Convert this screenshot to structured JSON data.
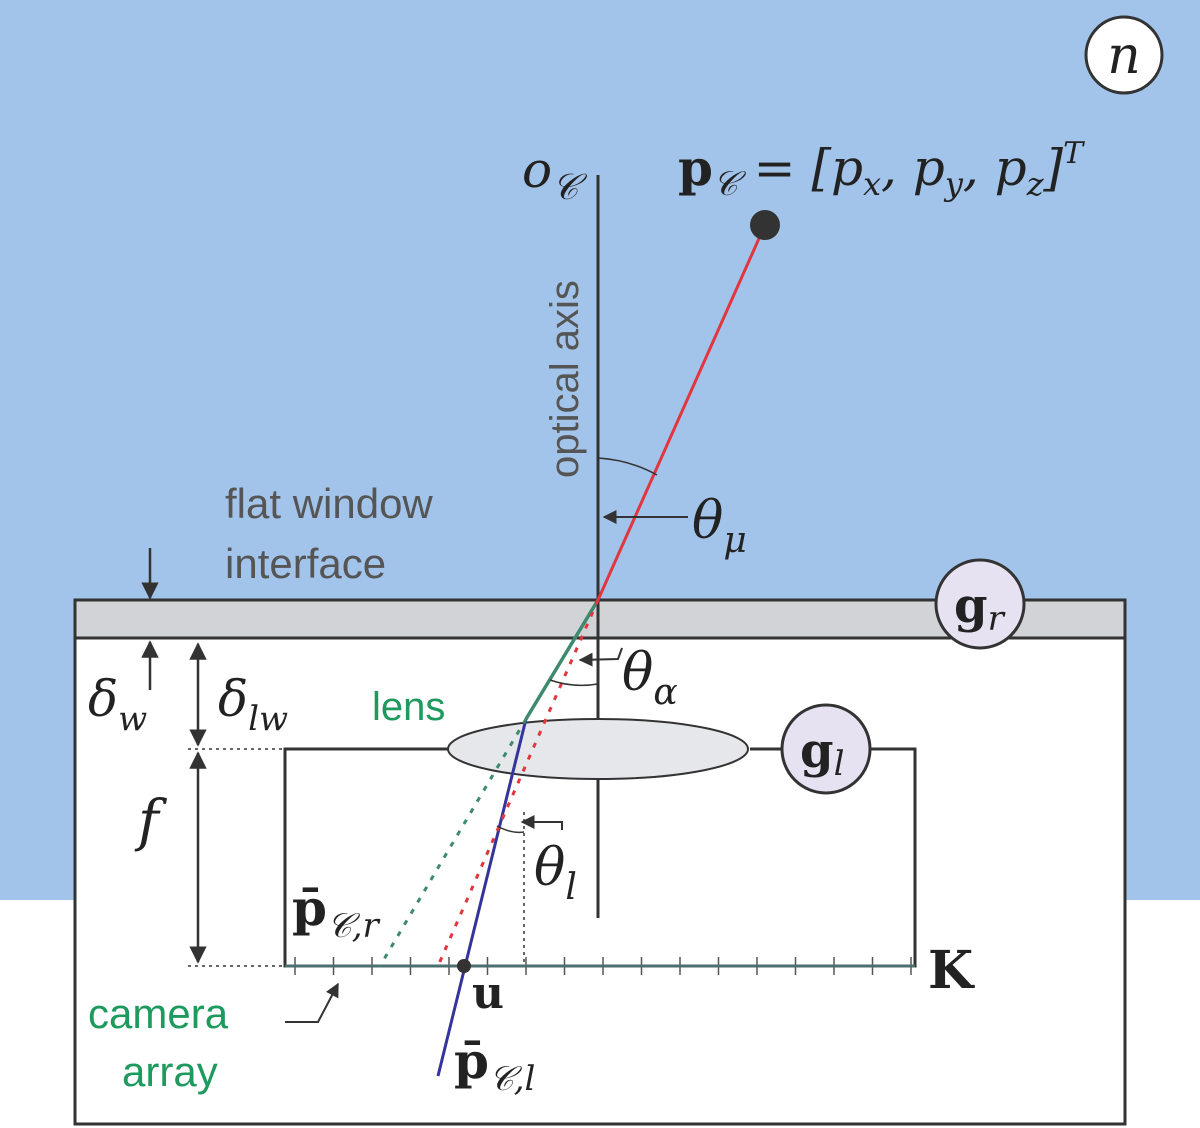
{
  "colors": {
    "water": "#a3c4ea",
    "housing_fill": "#ffffff",
    "window_fill": "#d2d3d6",
    "lens_fill": "#e6e7ea",
    "badge_fill": "#e6e2f2",
    "ray_water": "#e2363f",
    "ray_glass": "#3e8a6e",
    "ray_air": "#34349a",
    "green_text": "#1e9a5e",
    "dark": "#333333",
    "gray_text": "#555555"
  },
  "labels": {
    "medium_badge": "n",
    "origin": {
      "base": "o",
      "sub": "𝒞"
    },
    "point": {
      "bold": "p",
      "sub": "𝒞",
      "eq": " = [p",
      "px_sub": "x",
      "sep1": ", p",
      "py_sub": "y",
      "sep2": ", p",
      "pz_sub": "z",
      "close": "]",
      "sup": "T"
    },
    "optical_axis": "optical axis",
    "window_line1": "flat window",
    "window_line2": "interface",
    "theta_mu": {
      "base": "θ",
      "sub": "μ"
    },
    "theta_alpha": {
      "base": "θ",
      "sub": "α"
    },
    "theta_l": {
      "base": "θ",
      "sub": "l"
    },
    "gr": {
      "base": "g",
      "sub": "r"
    },
    "gl": {
      "base": "g",
      "sub": "l"
    },
    "delta_w": {
      "base": "δ",
      "sub": "w"
    },
    "delta_lw": {
      "base": "δ",
      "sub": "lw"
    },
    "focal": "f",
    "lens": "lens",
    "pbar_r": {
      "base": "p̄",
      "sub": "𝒞,r"
    },
    "pbar_l": {
      "base": "p̄",
      "sub": "𝒞,l"
    },
    "u": "u",
    "K": "K",
    "camera_line1": "camera",
    "camera_line2": "array"
  }
}
